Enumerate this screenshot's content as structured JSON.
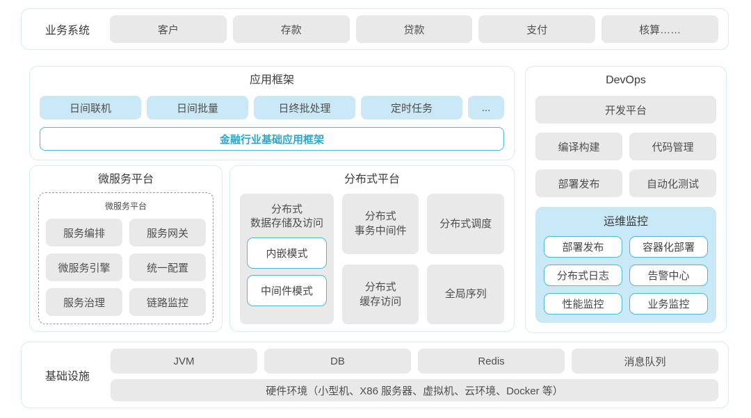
{
  "colors": {
    "container_border": "#d5edf4",
    "grey_box_bg": "#e9e9ea",
    "light_blue_box_bg": "#cae8f6",
    "ops_panel_bg": "#c9e9f7",
    "accent_border_blue": "#4fb8d8",
    "accent_text_blue": "#2ba6cc",
    "text_dark": "#3c3c3c"
  },
  "business_systems": {
    "label": "业务系统",
    "items": [
      "客户",
      "存款",
      "贷款",
      "支付",
      "核算……"
    ]
  },
  "app_framework": {
    "title": "应用框架",
    "modules": [
      "日间联机",
      "日间批量",
      "日终批处理",
      "定时任务",
      "..."
    ],
    "base_framework": "金融行业基础应用框架"
  },
  "devops": {
    "title": "DevOps",
    "dev_platform": "开发平台",
    "tools": [
      "编译构建",
      "代码管理",
      "部署发布",
      "自动化测试"
    ],
    "ops_monitor": {
      "title": "运维监控",
      "items": [
        "部署发布",
        "容器化部署",
        "分布式日志",
        "告警中心",
        "性能监控",
        "业务监控"
      ]
    }
  },
  "microservice_platform": {
    "title": "微服务平台",
    "inner_label": "微服务平台",
    "items": [
      "服务编排",
      "服务网关",
      "微服务引擎",
      "统一配置",
      "服务治理",
      "链路监控"
    ]
  },
  "distributed_platform": {
    "title": "分布式平台",
    "storage": {
      "label": "分布式\n数据存储及访问",
      "modes": [
        "内嵌模式",
        "中间件模式"
      ]
    },
    "cells": [
      "分布式\n事务中间件",
      "分布式调度",
      "分布式\n缓存访问",
      "全局序列"
    ]
  },
  "infrastructure": {
    "label": "基础设施",
    "items": [
      "JVM",
      "DB",
      "Redis",
      "消息队列"
    ],
    "hardware": "硬件环境（小型机、X86 服务器、虚拟机、云环境、Docker 等）"
  }
}
